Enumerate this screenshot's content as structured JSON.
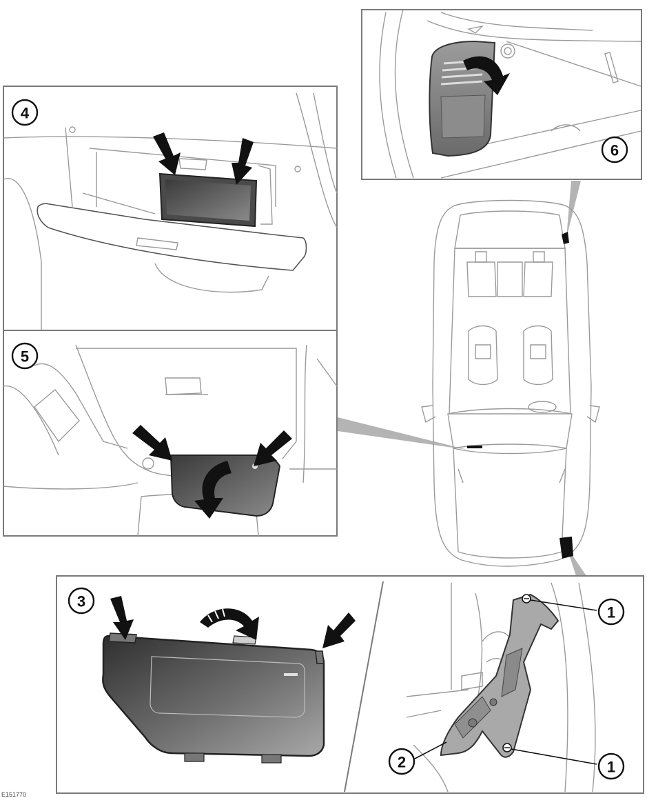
{
  "callouts": {
    "c1a": "1",
    "c1b": "1",
    "c2": "2",
    "c3": "3",
    "c4": "4",
    "c5": "5",
    "c6": "6"
  },
  "reference_code": "E151770",
  "colors": {
    "frame": "#7a7a7a",
    "cover_dark": "#3c3c3c",
    "cover_light": "#8e8e8e",
    "bracket": "#a9a9a9",
    "leader_wedge": "#b4b4b4"
  }
}
